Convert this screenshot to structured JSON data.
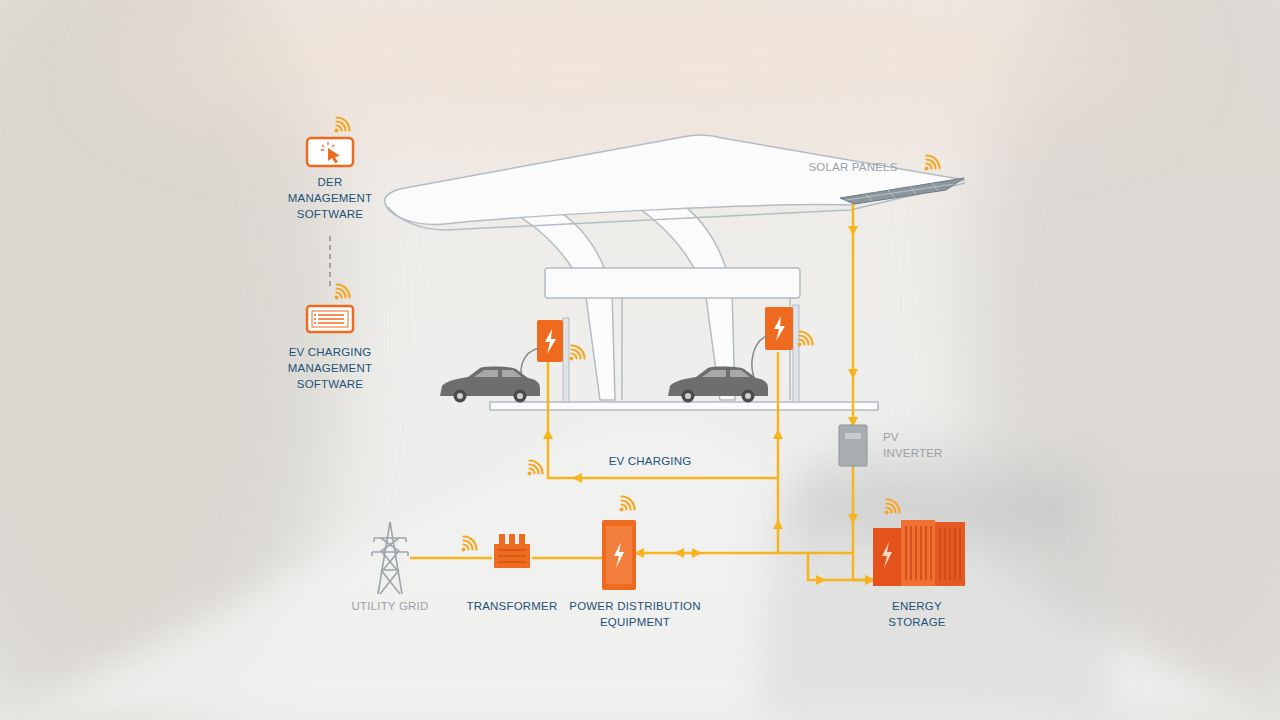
{
  "diagram": {
    "nodes": [
      {
        "text": [
          "DER MANAGEMENT SOFTWARE"
        ]
      },
      {
        "text": [
          "EV CHARGING MANAGEMENT SOFTWARE"
        ]
      },
      {
        "text": [
          "SOLAR PANELS"
        ]
      },
      {
        "text": [
          "PV INVERTER"
        ]
      },
      {
        "text": [
          "UTILITY GRID"
        ]
      },
      {
        "text": [
          "TRANSFORMER"
        ]
      },
      {
        "text": [
          "POWER DISTRIBUTION EQUIPMENT"
        ]
      },
      {
        "text": [
          "ENERGY STORAGE"
        ]
      }
    ],
    "edges": [
      {
        "from": 0,
        "to": 1,
        "arrow": "none"
      },
      {
        "from": 2,
        "to": 3,
        "arrow": "to"
      },
      {
        "from": 3,
        "to": 7,
        "arrow": "to"
      },
      {
        "from": 4,
        "to": 5,
        "arrow": "none"
      },
      {
        "from": 5,
        "to": 6,
        "arrow": "none"
      },
      {
        "from": 6,
        "to": 7,
        "arrow": "both"
      }
    ],
    "labels": [
      "EV CHARGING"
    ]
  }
}
